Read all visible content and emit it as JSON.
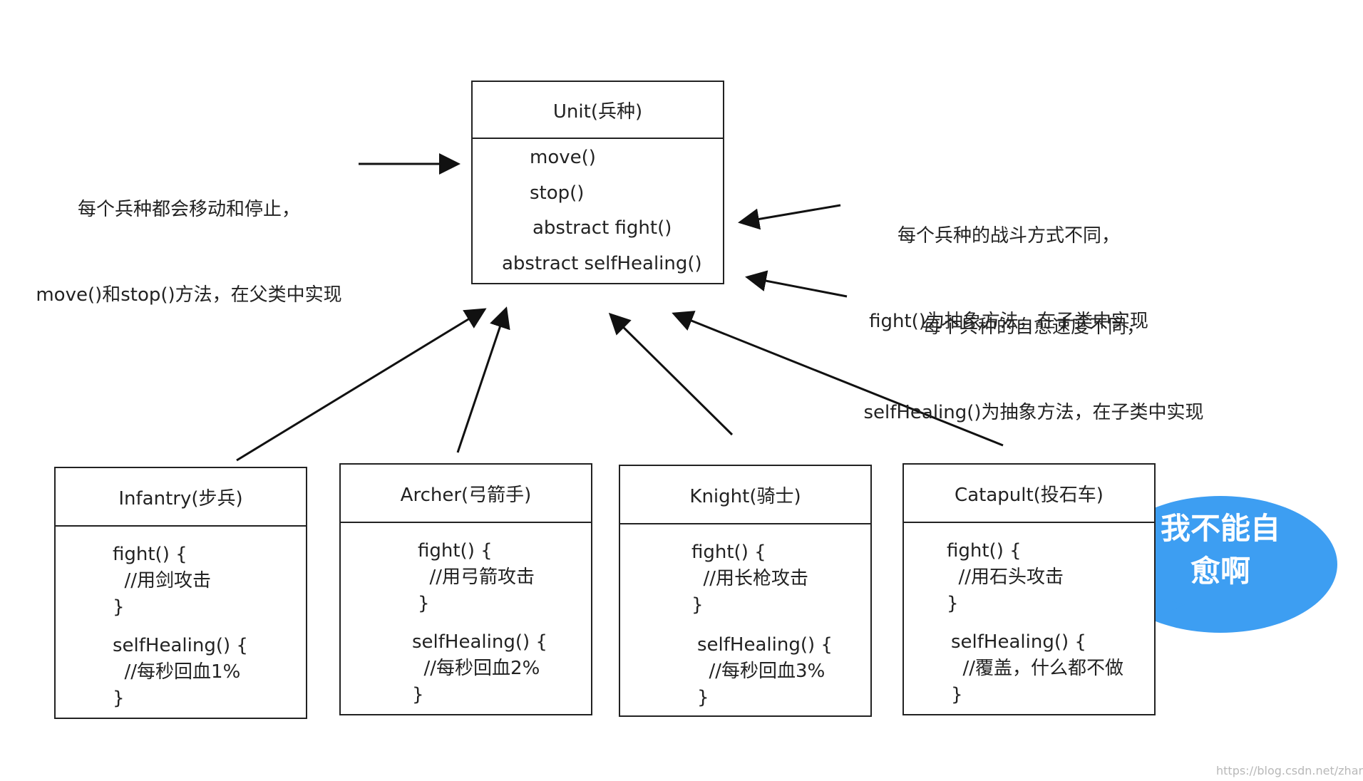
{
  "unit": {
    "title": "Unit(兵种)",
    "methods": [
      "move()",
      "stop()",
      "abstract fight()",
      "abstract selfHealing()"
    ]
  },
  "notes": {
    "left": [
      "每个兵种都会移动和停止，",
      "move()和stop()方法，在父类中实现"
    ],
    "right_fight": [
      "每个兵种的战斗方式不同，",
      "fight()为抽象方法，在子类中实现"
    ],
    "right_heal": [
      "每个兵种的自愈速度不同，",
      "selfHealing()为抽象方法，在子类中实现"
    ]
  },
  "subclasses": [
    {
      "title": "Infantry(步兵)",
      "lines": [
        "fight() {",
        "  //用剑攻击",
        "}",
        "selfHealing() {",
        "  //每秒回血1%",
        "}"
      ]
    },
    {
      "title": "Archer(弓箭手)",
      "lines": [
        "fight() {",
        "  //用弓箭攻击",
        "}",
        "selfHealing() {",
        "  //每秒回血2%",
        "}"
      ]
    },
    {
      "title": "Knight(骑士)",
      "lines": [
        "fight() {",
        "  //用长枪攻击",
        "}",
        "selfHealing() {",
        "  //每秒回血3%",
        "}"
      ]
    },
    {
      "title": "Catapult(投石车)",
      "lines": [
        "fight() {",
        "  //用石头攻击",
        "}",
        "selfHealing() {",
        "  //覆盖，什么都不做",
        "}"
      ]
    }
  ],
  "bubble": {
    "lines": [
      "我不能自",
      "愈啊"
    ],
    "color": "#3d9ef2"
  },
  "watermark": "https://blog.csdn.net/zhanyd"
}
